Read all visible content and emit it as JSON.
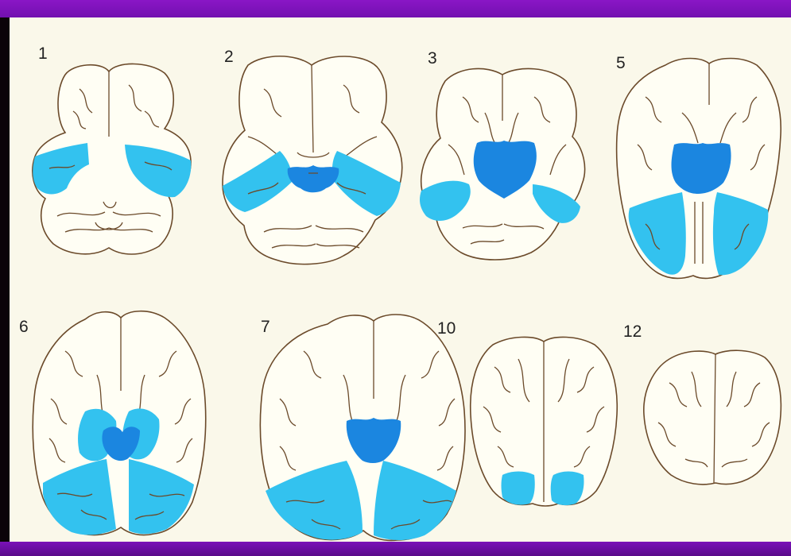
{
  "panels": [
    {
      "id": "1",
      "label": "1"
    },
    {
      "id": "2",
      "label": "2"
    },
    {
      "id": "3",
      "label": "3"
    },
    {
      "id": "5",
      "label": "5"
    },
    {
      "id": "6",
      "label": "6"
    },
    {
      "id": "7",
      "label": "7"
    },
    {
      "id": "10",
      "label": "10"
    },
    {
      "id": "12",
      "label": "12"
    }
  ],
  "colors": {
    "light_region": "#33c2ef",
    "dark_region": "#1b86e0",
    "outline": "#6b4a2a",
    "frame_purple": "#7a12b8",
    "background": "#faf8ea"
  }
}
